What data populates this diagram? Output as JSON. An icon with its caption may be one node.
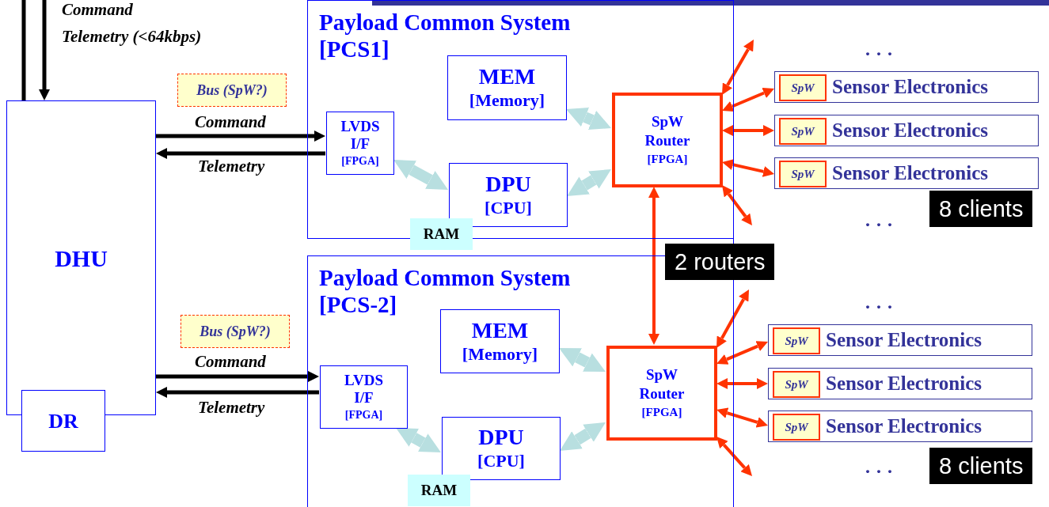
{
  "diagram": {
    "nodes": [
      {
        "text": [
          "DHU"
        ]
      },
      {
        "text": [
          "DR"
        ]
      },
      {
        "text": [
          "Bus (SpW?)"
        ]
      },
      {
        "text": [
          "Payload Common System [PCS1]"
        ]
      },
      {
        "text": [
          "MEM",
          "[Memory]"
        ],
        "in": 3
      },
      {
        "text": [
          "LVDS I/F",
          "[FPGA]"
        ],
        "in": 3
      },
      {
        "text": [
          "DPU",
          "[CPU]"
        ],
        "in": 3
      },
      {
        "text": [
          "RAM"
        ]
      },
      {
        "text": [
          "SpW Router",
          "[FPGA]"
        ],
        "in": 3
      },
      {
        "text": [
          "Sensor Electronics"
        ]
      },
      {
        "text": [
          "SpW"
        ],
        "in": 9
      },
      {
        "text": [
          "Sensor Electronics"
        ]
      },
      {
        "text": [
          "SpW"
        ],
        "in": 11
      },
      {
        "text": [
          "Sensor Electronics"
        ]
      },
      {
        "text": [
          "SpW"
        ],
        "in": 13
      },
      {
        "text": [
          "Bus (SpW?)"
        ]
      },
      {
        "text": [
          "Payload Common System [PCS-2]"
        ]
      },
      {
        "text": [
          "MEM",
          "[Memory]"
        ],
        "in": 16
      },
      {
        "text": [
          "LVDS I/F",
          "[FPGA]"
        ],
        "in": 16
      },
      {
        "text": [
          "DPU",
          "[CPU]"
        ],
        "in": 16
      },
      {
        "text": [
          "RAM"
        ],
        "in": 16
      },
      {
        "text": [
          "SpW Router",
          "[FPGA]"
        ],
        "in": 16
      },
      {
        "text": [
          "Sensor Electronics"
        ]
      },
      {
        "text": [
          "SpW"
        ],
        "in": 22
      },
      {
        "text": [
          "Sensor Electronics"
        ]
      },
      {
        "text": [
          "SpW"
        ],
        "in": 24
      },
      {
        "text": [
          "Sensor Electronics"
        ]
      },
      {
        "text": [
          "SpW"
        ],
        "in": 26
      }
    ],
    "edges": [
      {
        "from": null,
        "to": 0,
        "arrow": "none",
        "label": "Command",
        "color": "#000000"
      },
      {
        "from": null,
        "to": 0,
        "arrow": "to",
        "label": "Telemetry (<64kbps)",
        "color": "#000000"
      },
      {
        "from": 0,
        "to": 5,
        "arrow": "to",
        "label": "Command",
        "color": "#000000"
      },
      {
        "from": 5,
        "to": 0,
        "arrow": "to",
        "label": "Telemetry",
        "color": "#000000"
      },
      {
        "from": 0,
        "to": 18,
        "arrow": "to",
        "label": "Command",
        "color": "#000000"
      },
      {
        "from": 18,
        "to": 0,
        "arrow": "to",
        "label": "Telemetry",
        "color": "#000000"
      },
      {
        "from": 5,
        "to": 6,
        "arrow": "both",
        "style": "thick",
        "color": "#b8dfe0"
      },
      {
        "from": 4,
        "to": 8,
        "arrow": "both",
        "style": "thick",
        "color": "#b8dfe0"
      },
      {
        "from": 6,
        "to": 8,
        "arrow": "both",
        "style": "thick",
        "color": "#b8dfe0"
      },
      {
        "from": 8,
        "to": null,
        "arrow": "both"
      },
      {
        "from": 8,
        "to": 9,
        "arrow": "both"
      },
      {
        "from": 8,
        "to": 11,
        "arrow": "both"
      },
      {
        "from": 8,
        "to": 13,
        "arrow": "both"
      },
      {
        "from": 8,
        "to": null,
        "arrow": "both"
      },
      {
        "from": 8,
        "to": 21,
        "arrow": "both"
      },
      {
        "from": 18,
        "to": 19,
        "arrow": "both",
        "style": "thick",
        "color": "#b8dfe0"
      },
      {
        "from": 17,
        "to": 21,
        "arrow": "both",
        "style": "thick",
        "color": "#b8dfe0"
      },
      {
        "from": 19,
        "to": 21,
        "arrow": "both",
        "style": "thick",
        "color": "#b8dfe0"
      },
      {
        "from": 21,
        "to": null,
        "arrow": "both"
      },
      {
        "from": 21,
        "to": 22,
        "arrow": "both"
      },
      {
        "from": 21,
        "to": 24,
        "arrow": "both"
      },
      {
        "from": 21,
        "to": 26,
        "arrow": "both"
      },
      {
        "from": 21,
        "to": null,
        "arrow": "both"
      }
    ],
    "labels": [
      "· · ·",
      "· · ·",
      "8 clients",
      "2 routers",
      "· · ·",
      "· · ·",
      "8 clients"
    ]
  }
}
